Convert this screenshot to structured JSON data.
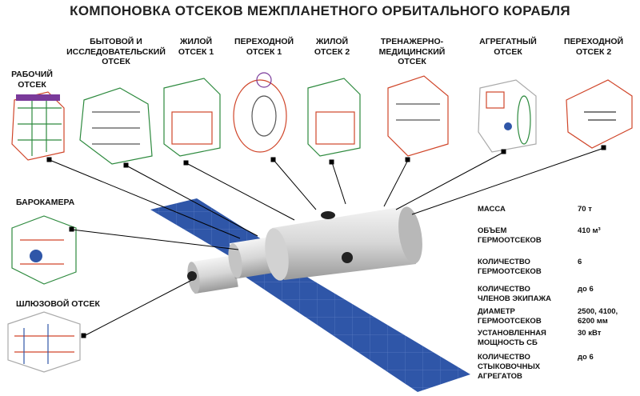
{
  "title": "КОМПОНОВКА ОТСЕКОВ МЕЖПЛАНЕТНОГО ОРБИТАЛЬНОГО КОРАБЛЯ",
  "modules": [
    {
      "id": "household",
      "lines": [
        "БЫТОВОЙ И",
        "ИССЛЕДОВАТЕЛЬСКИЙ",
        "ОТСЕК"
      ]
    },
    {
      "id": "living1",
      "lines": [
        "ЖИЛОЙ",
        "ОТСЕК 1"
      ]
    },
    {
      "id": "transfer1",
      "lines": [
        "ПЕРЕХОДНОЙ",
        "ОТСЕК 1"
      ]
    },
    {
      "id": "living2",
      "lines": [
        "ЖИЛОЙ",
        "ОТСЕК 2"
      ]
    },
    {
      "id": "training",
      "lines": [
        "ТРЕНАЖЕРНО-",
        "МЕДИЦИНСКИЙ",
        "ОТСЕК"
      ]
    },
    {
      "id": "aggregate",
      "lines": [
        "АГРЕГАТНЫЙ",
        "ОТСЕК"
      ]
    },
    {
      "id": "transfer2",
      "lines": [
        "ПЕРЕХОДНОЙ",
        "ОТСЕК 2"
      ]
    },
    {
      "id": "work",
      "lines": [
        "РАБОЧИЙ",
        "ОТСЕК"
      ]
    },
    {
      "id": "pressure",
      "lines": [
        "БАРОКАМЕРА"
      ]
    },
    {
      "id": "airlock",
      "lines": [
        "ШЛЮЗОВОЙ ОТСЕК"
      ]
    }
  ],
  "specs": [
    {
      "label": [
        "МАССА"
      ],
      "value": [
        "70 т"
      ]
    },
    {
      "label": [
        "ОБЪЕМ",
        "ГЕРМООТСЕКОВ"
      ],
      "value": [
        "410 м³"
      ]
    },
    {
      "label": [
        "КОЛИЧЕСТВО",
        "ГЕРМООТСЕКОВ"
      ],
      "value": [
        "6"
      ]
    },
    {
      "label": [
        "КОЛИЧЕСТВО",
        "ЧЛЕНОВ ЭКИПАЖА"
      ],
      "value": [
        "до 6"
      ]
    },
    {
      "label": [
        "ДИАМЕТР",
        "ГЕРМООТСЕКОВ"
      ],
      "value": [
        "2500, 4100,",
        "6200 мм"
      ]
    },
    {
      "label": [
        "УСТАНОВЛЕННАЯ",
        "МОЩНОСТЬ СБ"
      ],
      "value": [
        "30 кВт"
      ]
    },
    {
      "label": [
        "КОЛИЧЕСТВО",
        "СТЫКОВОЧНЫХ",
        "АГРЕГАТОВ"
      ],
      "value": [
        "до 6"
      ]
    }
  ],
  "colors": {
    "panel": "#2f56a8",
    "hull": "#d8d8d8",
    "sketch_red": "#d0462a",
    "sketch_green": "#2d8a3e",
    "sketch_purple": "#7a3a9a"
  }
}
